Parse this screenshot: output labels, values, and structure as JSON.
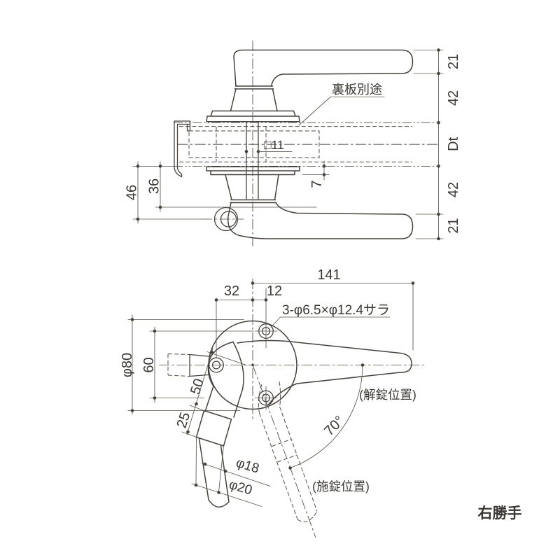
{
  "drawing_title": "lever-handle-technical-drawing",
  "side_view": {
    "back_plate_note": "裏板別途",
    "spindle_label": "□11",
    "chain": {
      "grip_top": "21",
      "upper": "42",
      "door_thickness": "Dt",
      "lower": "42",
      "grip_bottom": "21"
    },
    "rose_thickness": "7",
    "dim_36": "36",
    "dim_46": "46"
  },
  "front_view": {
    "lever_length": "141",
    "hole_offset_left": "32",
    "hole_offset_right": "12",
    "holes_note": "3-φ6.5×φ12.4サラ",
    "rose_diameter": "φ80",
    "hole_span": "60",
    "dim_50": "50",
    "dim_25": "25",
    "grip_diameter": "φ18",
    "collar_diameter": "φ20",
    "swing_angle": "70°",
    "unlock_label": "(解錠位置)",
    "lock_label": "(施錠位置)"
  },
  "handing_label": "右勝手",
  "colors": {
    "ink": "#47423c",
    "background": "#ffffff"
  }
}
